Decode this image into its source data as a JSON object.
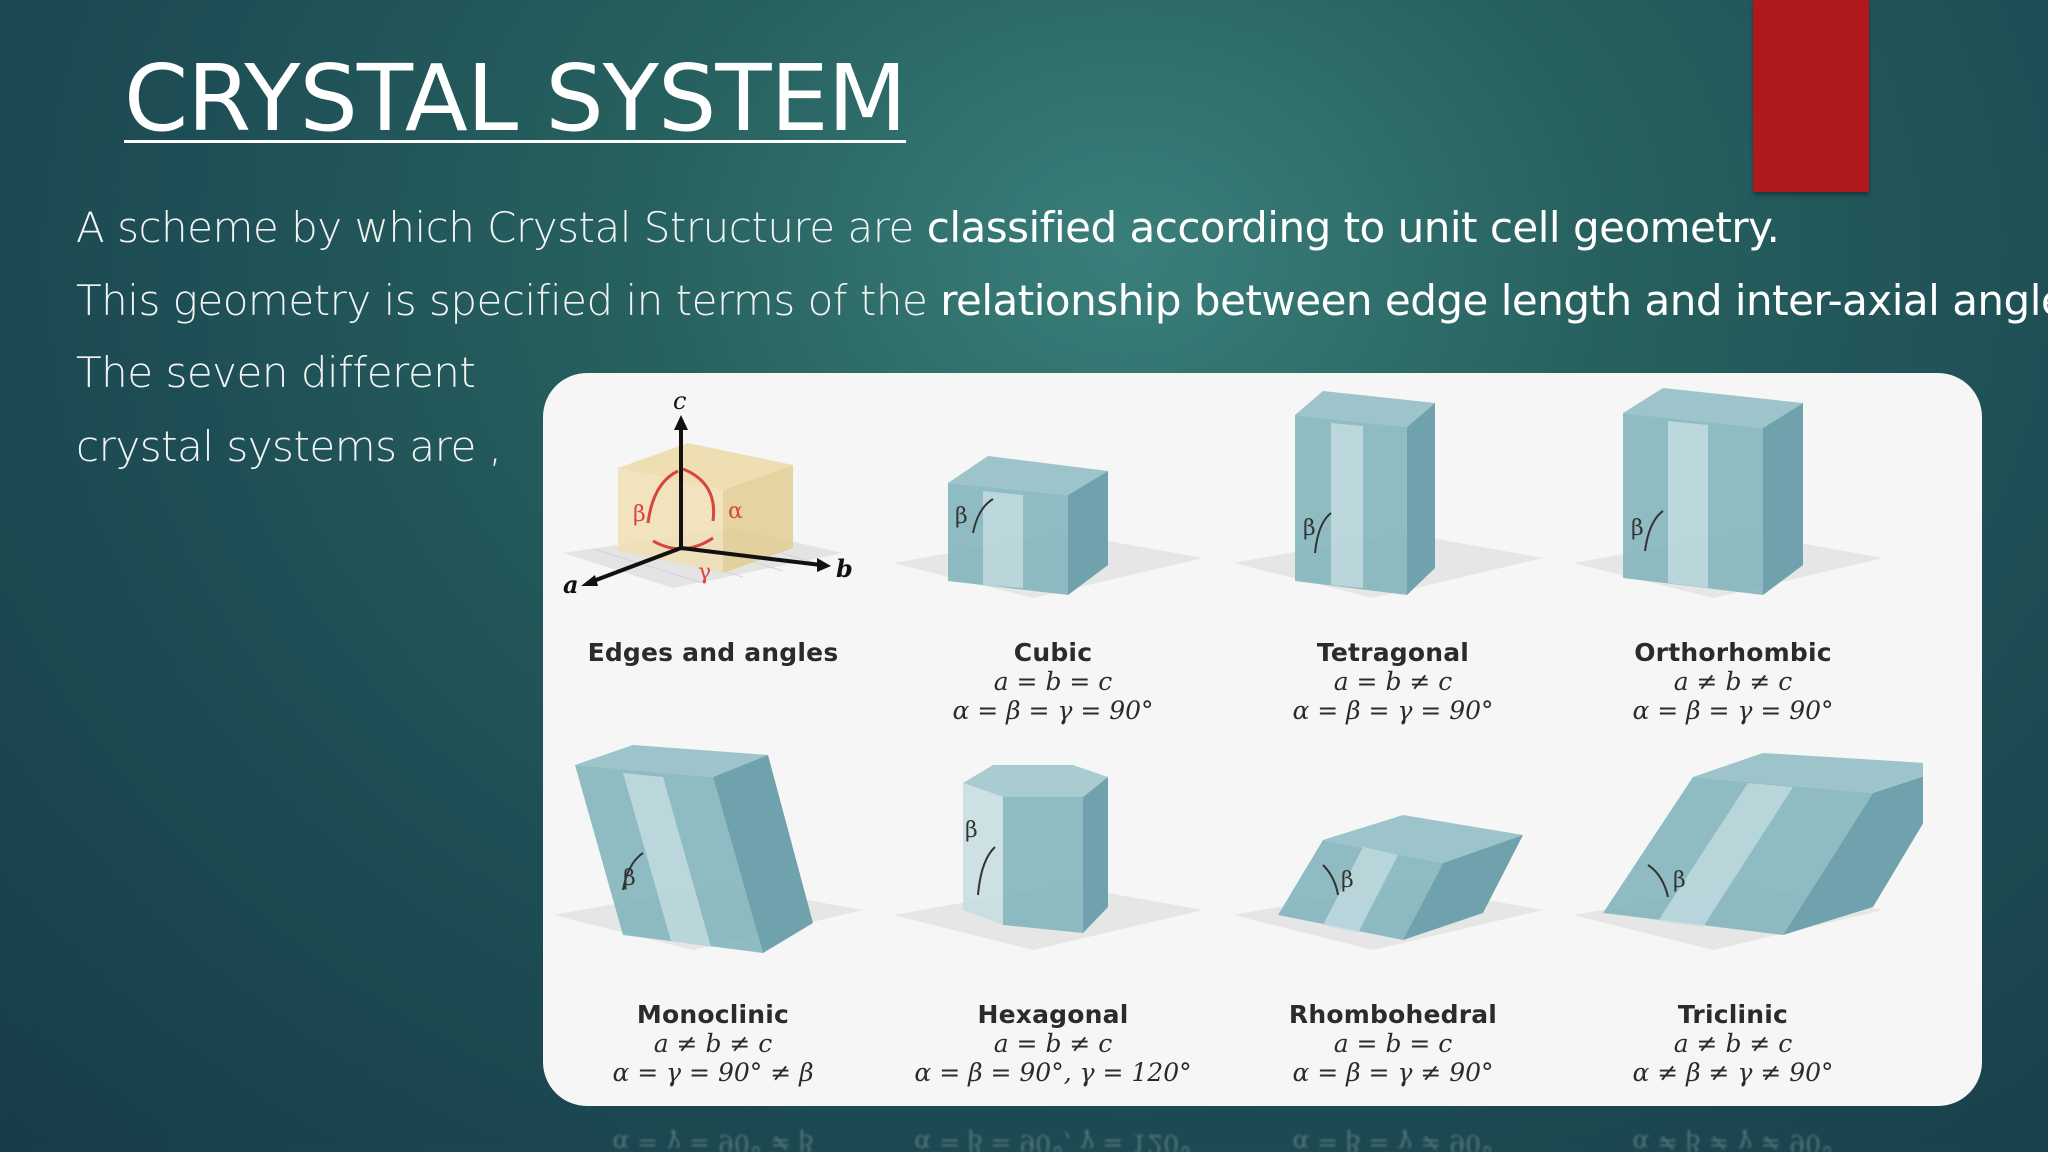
{
  "slide": {
    "title": "CRYSTAL SYSTEM",
    "accent_color": "#b0191b"
  },
  "body": {
    "line1_plain": "A scheme by which Crystal Structure are ",
    "line1_bold": "classified according to unit cell geometry.",
    "line2_plain": "This geometry is specified in terms of the ",
    "line2_bold": "relationship between edge length and inter-axial angles.",
    "line3": "The seven different",
    "line4": "crystal systems are ,"
  },
  "figure": {
    "axes": {
      "c": "c",
      "a": "a",
      "b": "b",
      "alpha": "α",
      "beta": "β",
      "gamma": "γ"
    },
    "beta_label": "β",
    "panels": [
      {
        "name": "Edges and angles",
        "edges": "",
        "angles": ""
      },
      {
        "name": "Cubic",
        "edges": "a = b = c",
        "angles": "α = β = γ = 90°"
      },
      {
        "name": "Tetragonal",
        "edges": "a = b ≠ c",
        "angles": "α = β = γ = 90°"
      },
      {
        "name": "Orthorhombic",
        "edges": "a ≠ b ≠ c",
        "angles": "α = β = γ = 90°"
      },
      {
        "name": "Monoclinic",
        "edges": "a ≠ b ≠ c",
        "angles": "α = γ = 90° ≠ β"
      },
      {
        "name": "Hexagonal",
        "edges": "a = b ≠ c",
        "angles": "α = β = 90°, γ = 120°"
      },
      {
        "name": "Rhombohedral",
        "edges": "a = b = c",
        "angles": "α = β = γ ≠ 90°"
      },
      {
        "name": "Triclinic",
        "edges": "a ≠ b ≠ c",
        "angles": "α ≠ β ≠ γ ≠ 90°"
      }
    ],
    "crystal_color": "#7fb0b8"
  }
}
